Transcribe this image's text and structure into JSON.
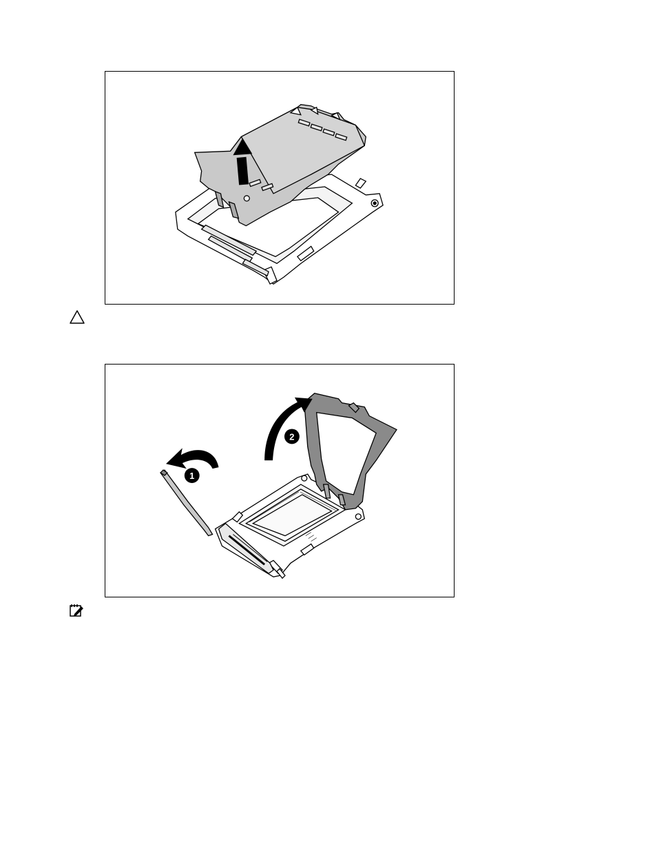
{
  "page": {
    "figures": [
      {
        "id": "processor-socket-cover-removal"
      },
      {
        "id": "processor-locking-lever-and-retaining-bracket"
      }
    ],
    "callouts": {
      "step1": "1",
      "step2": "2"
    },
    "icons": {
      "caution": "caution-triangle-icon",
      "important": "important-note-icon"
    },
    "colors": {
      "cover_fill": "#c9c9c9",
      "bracket_fill": "#8a8a8a",
      "line": "#000000",
      "arrow": "#000000"
    }
  }
}
